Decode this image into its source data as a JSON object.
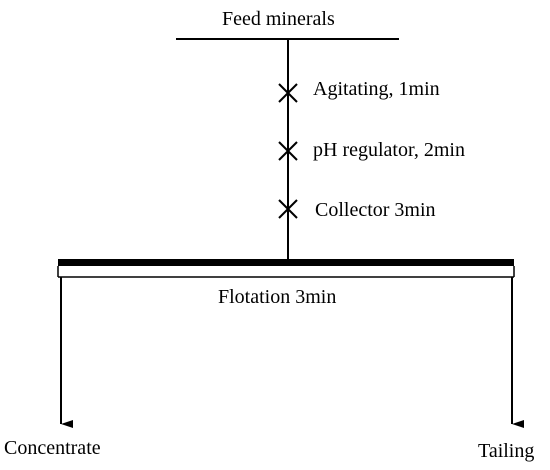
{
  "diagram": {
    "feed_label": "Feed minerals",
    "steps": [
      "Agitating, 1min",
      "pH regulator, 2min",
      "Collector 3min"
    ],
    "flotation_label": "Flotation 3min",
    "outputs": {
      "concentrate": "Concentrate",
      "tailing": "Tailing"
    },
    "line_color": "#000000"
  }
}
